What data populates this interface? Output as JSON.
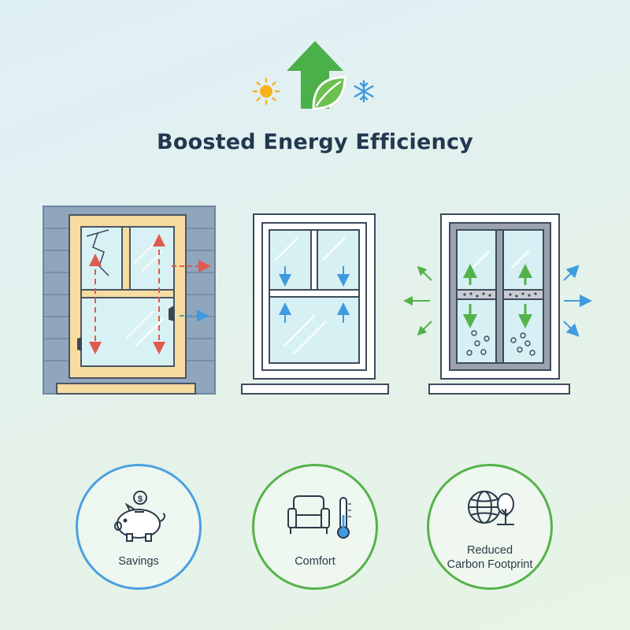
{
  "title": "Boosted Energy Efficiency",
  "benefits": [
    {
      "label": "Savings",
      "icon": "piggy-bank-icon"
    },
    {
      "label": "Comfort",
      "icon": "armchair-thermometer-icon"
    },
    {
      "label": "Reduced\nCarbon Footprint",
      "icon": "globe-tree-icon"
    }
  ],
  "colors": {
    "title": "#22384f",
    "arrow_green": "#55b24a",
    "heat_red": "#e05a4f",
    "cold_blue": "#3f9be0",
    "siding": "#8fa6bd",
    "old_frame": "#f6dca1"
  }
}
